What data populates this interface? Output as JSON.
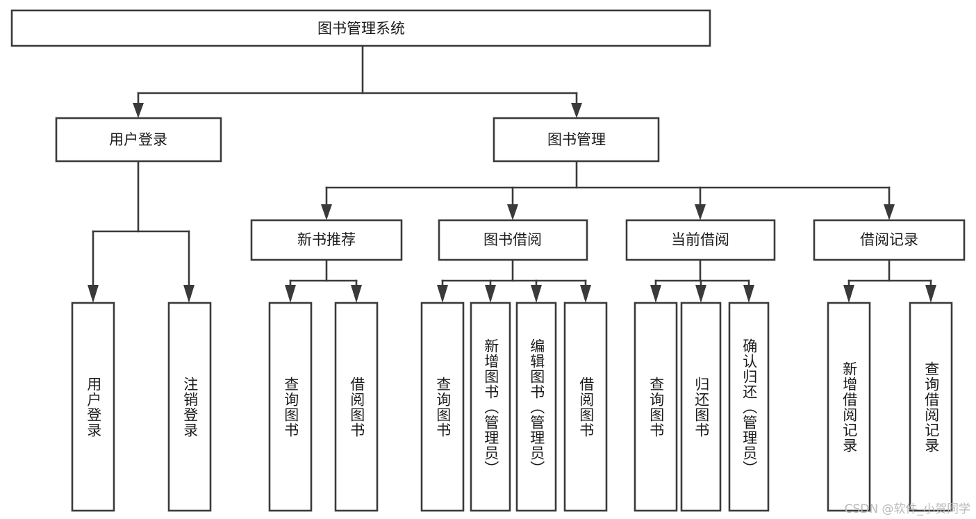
{
  "diagram": {
    "type": "tree",
    "title": "图书管理系统",
    "root": {
      "label": "图书管理系统"
    },
    "level1": [
      {
        "label": "用户登录"
      },
      {
        "label": "图书管理"
      }
    ],
    "level2": [
      {
        "label": "新书推荐"
      },
      {
        "label": "图书借阅"
      },
      {
        "label": "当前借阅"
      },
      {
        "label": "借阅记录"
      }
    ],
    "leaves": {
      "user_login": [
        {
          "label": "用户登录"
        },
        {
          "label": "注销登录"
        }
      ],
      "new_book_recommend": [
        {
          "label": "查询图书"
        },
        {
          "label": "借阅图书"
        }
      ],
      "book_borrow": [
        {
          "label": "查询图书"
        },
        {
          "label": "新增图书（管理员）"
        },
        {
          "label": "编辑图书（管理员）"
        },
        {
          "label": "借阅图书"
        }
      ],
      "current_borrow": [
        {
          "label": "查询图书"
        },
        {
          "label": "归还图书"
        },
        {
          "label": "确认归还（管理员）"
        }
      ],
      "borrow_record": [
        {
          "label": "新增借阅记录"
        },
        {
          "label": "查询借阅记录"
        }
      ]
    }
  },
  "watermark": {
    "text": "CSDN @软件_小贺同学"
  },
  "colors": {
    "box_stroke": "#3a3a3a",
    "box_fill": "#ffffff",
    "text": "#1b1b1b",
    "watermark": "#b9b9b9",
    "background": "#ffffff"
  }
}
